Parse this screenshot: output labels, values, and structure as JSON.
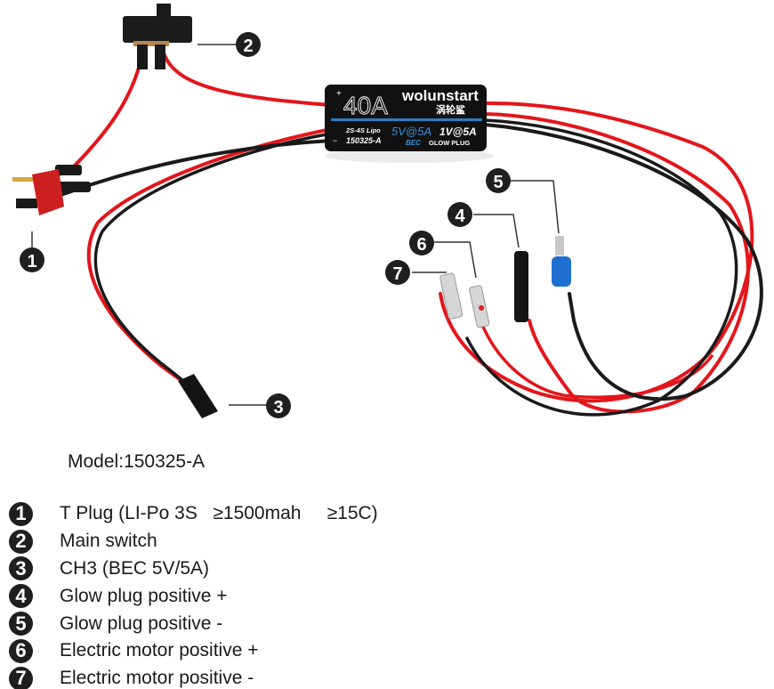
{
  "module": {
    "current_rating": "40A",
    "brand": "wolunstart",
    "brand_chinese": "涡轮鲨",
    "battery": "2S-4S Lipo",
    "model_code": "150325-A",
    "bec_output": "5V@5A",
    "bec_label": "BEC",
    "glow_output": "1V@5A",
    "glow_label": "GLOW PLUG",
    "plus_sign": "+",
    "minus_sign": "−"
  },
  "callouts": [
    {
      "number": "1",
      "target": "t-plug"
    },
    {
      "number": "2",
      "target": "main-switch"
    },
    {
      "number": "3",
      "target": "ch3-connector"
    },
    {
      "number": "4",
      "target": "glow-plug-positive-lead"
    },
    {
      "number": "5",
      "target": "glow-plug-negative-terminal"
    },
    {
      "number": "6",
      "target": "motor-positive-terminal"
    },
    {
      "number": "7",
      "target": "motor-negative-terminal"
    }
  ],
  "model_label": "Model:150325-A",
  "legend": [
    {
      "number": "1",
      "text": "T Plug (LI-Po 3S   ≥1500mah     ≥15C)"
    },
    {
      "number": "2",
      "text": "Main switch"
    },
    {
      "number": "3",
      "text": "CH3 (BEC 5V/5A)"
    },
    {
      "number": "4",
      "text": "Glow plug positive +"
    },
    {
      "number": "5",
      "text": "Glow plug positive -"
    },
    {
      "number": "6",
      "text": "Electric motor positive +"
    },
    {
      "number": "7",
      "text": "Electric motor positive -"
    }
  ],
  "colors": {
    "wire_red": "#e3161b",
    "wire_black": "#1a1a1a",
    "module_body": "#111111",
    "module_stripe": "#2b7fc4",
    "accent_blue_text": "#3a8fd8",
    "connector_red": "#cc1f1f",
    "blue_terminal": "#1f6fd0",
    "badge": "#1f1f1f"
  }
}
